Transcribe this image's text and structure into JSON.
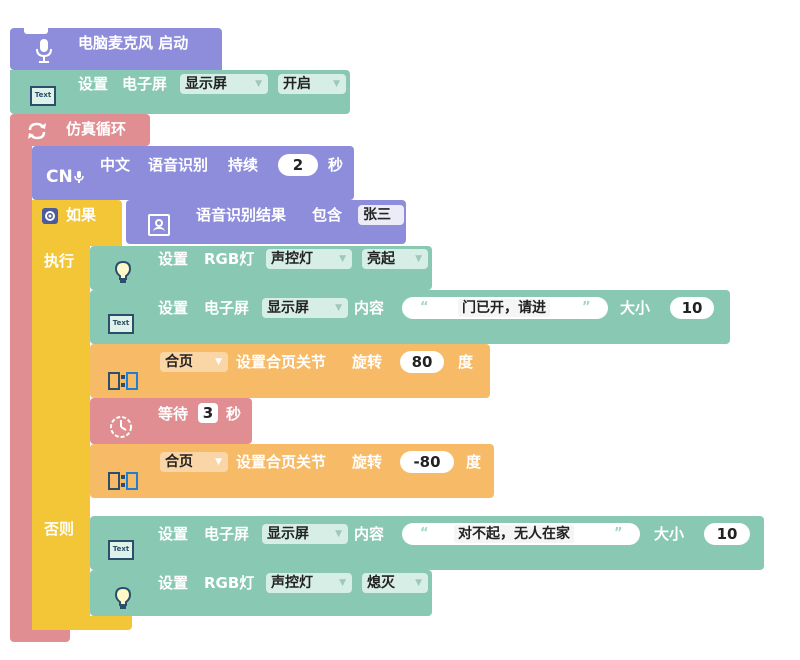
{
  "colors": {
    "purple": "#8e8ddb",
    "teal": "#89c8b2",
    "pink": "#e08e92",
    "yellow": "#f2c637",
    "orange": "#f7ba67",
    "white": "#ffffff"
  },
  "mic_start": {
    "label": "电脑麦克风 启动"
  },
  "screen_on": {
    "set": "设置",
    "device": "电子屏",
    "dropdown": "显示屏",
    "state": "开启"
  },
  "sim_loop": {
    "label": "仿真循环"
  },
  "speech": {
    "lang": "中文",
    "label": "语音识别",
    "mode": "持续",
    "seconds": "2",
    "unit": "秒",
    "badge": "CN"
  },
  "if_block": {
    "if_label": "如果",
    "do_label": "执行",
    "else_label": "否则",
    "condition": {
      "label": "语音识别结果",
      "contains": "包含",
      "name": "张三"
    }
  },
  "rgb_on": {
    "set": "设置",
    "device": "RGB灯",
    "dropdown": "声控灯",
    "state": "亮起"
  },
  "screen_content_1": {
    "set": "设置",
    "device": "电子屏",
    "dropdown": "显示屏",
    "content": "内容",
    "open_quote": "“",
    "close_quote": "”",
    "text": "门已开，请进",
    "size_label": "大小",
    "size": "10"
  },
  "hinge_1": {
    "dropdown": "合页",
    "label": "设置合页关节",
    "rotate": "旋转",
    "value": "80",
    "unit": "度"
  },
  "wait": {
    "label": "等待",
    "value": "3",
    "unit": "秒"
  },
  "hinge_2": {
    "dropdown": "合页",
    "label": "设置合页关节",
    "rotate": "旋转",
    "value": "-80",
    "unit": "度"
  },
  "screen_content_2": {
    "set": "设置",
    "device": "电子屏",
    "dropdown": "显示屏",
    "content": "内容",
    "open_quote": "“",
    "close_quote": "”",
    "text": "对不起，无人在家",
    "size_label": "大小",
    "size": "10"
  },
  "rgb_off": {
    "set": "设置",
    "device": "RGB灯",
    "dropdown": "声控灯",
    "state": "熄灭"
  },
  "icons": {
    "mic": "microphone-icon",
    "screen": "text-screen-icon",
    "loop": "loop-icon",
    "bulb": "lightbulb-icon",
    "hinge": "hinge-icon",
    "clock": "timer-icon",
    "gear": "gear-icon",
    "face": "face-recognition-icon"
  },
  "icon_texts": {
    "screen": "Text"
  }
}
